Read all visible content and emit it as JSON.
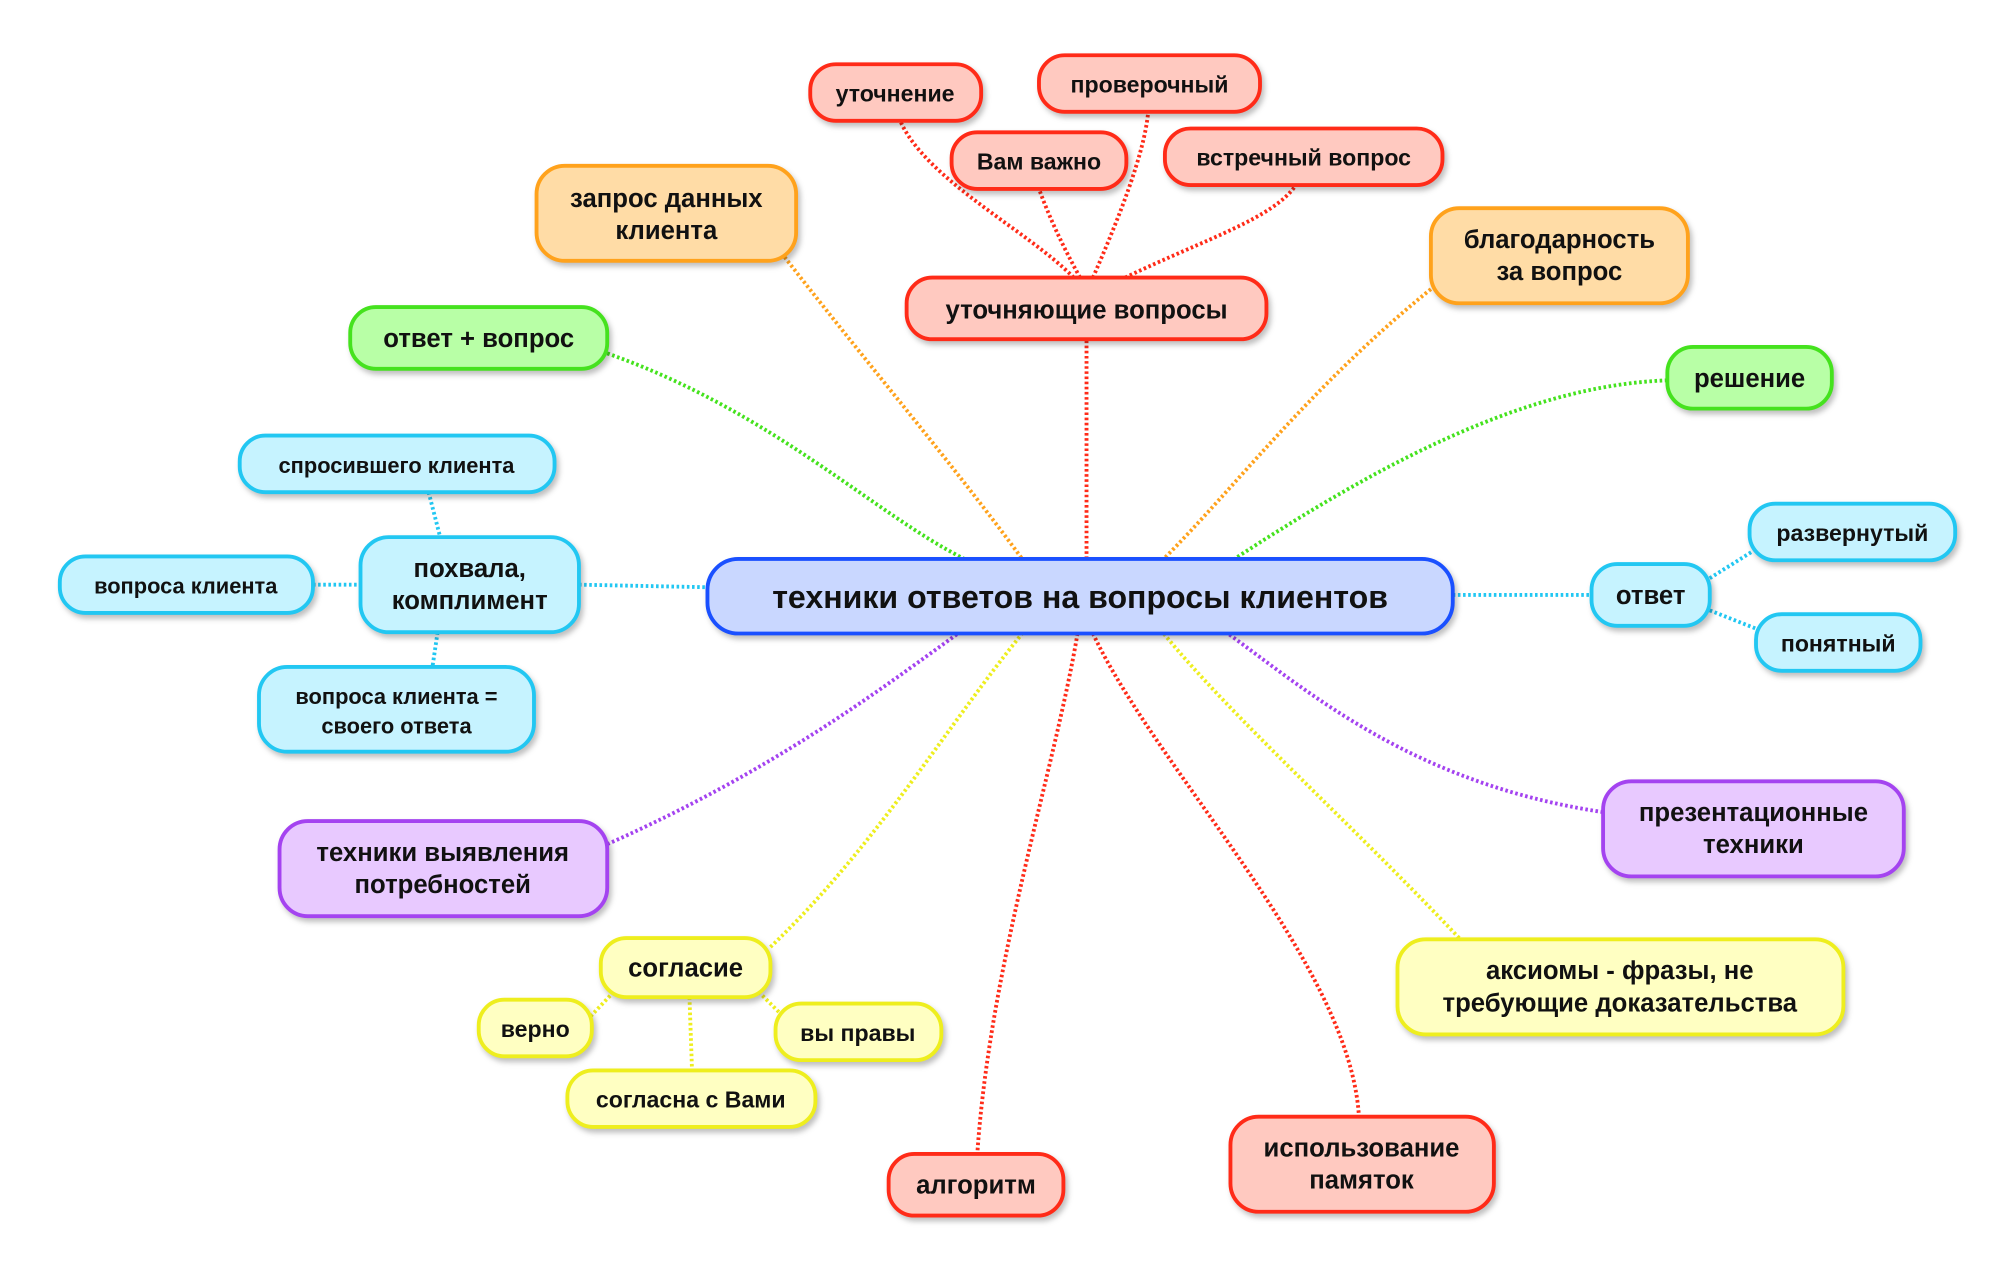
{
  "center": "техники ответов на вопросы клиентов",
  "clarifying": {
    "label": "уточняющие вопросы",
    "children": [
      "уточнение",
      "проверочный",
      "Вам важно",
      "встречный вопрос"
    ]
  },
  "request_data": [
    "запрос данных",
    "клиента"
  ],
  "gratitude": [
    "благодарность",
    "за вопрос"
  ],
  "answer_question": "ответ + вопрос",
  "solution": "решение",
  "praise": {
    "label": [
      "похвала,",
      "комплимент"
    ],
    "children": [
      "спросившего клиента",
      "вопроса клиента"
    ],
    "child_multi": [
      "вопроса клиента =",
      "своего ответа"
    ]
  },
  "answer": {
    "label": "ответ",
    "children": [
      "развернутый",
      "понятный"
    ]
  },
  "needs": [
    "техники выявления",
    "потребностей"
  ],
  "presentation": [
    "презентационные",
    "техники"
  ],
  "agreement": {
    "label": "согласие",
    "children": [
      "верно",
      "вы правы",
      "согласна с Вами"
    ]
  },
  "axioms": [
    "аксиомы - фразы, не",
    "требующие доказательства"
  ],
  "algorithm": "алгоритм",
  "memos": [
    "использование",
    "памяток"
  ]
}
